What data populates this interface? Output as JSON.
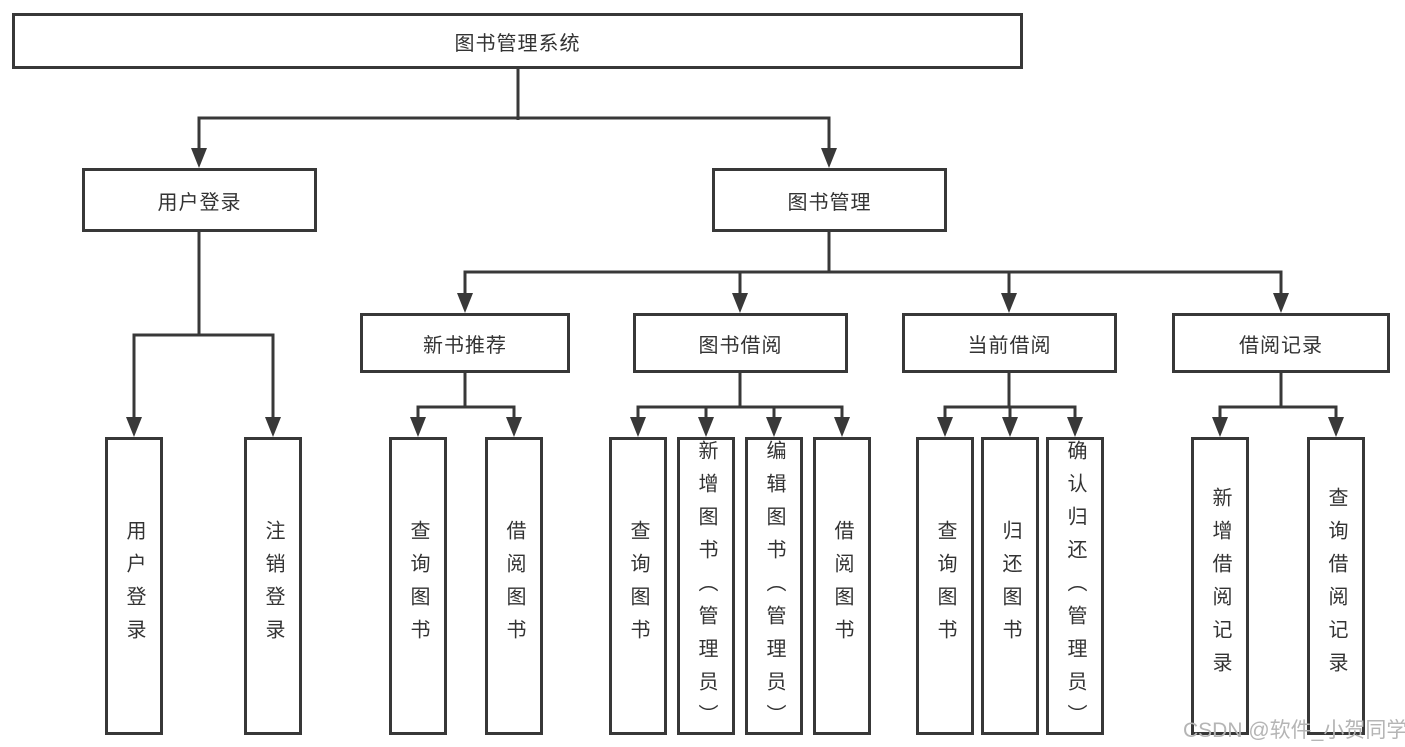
{
  "diagram": {
    "root": {
      "label": "图书管理系统"
    },
    "branches": [
      {
        "label": "用户登录",
        "leaves": [
          "用户登录",
          "注销登录"
        ]
      },
      {
        "label": "图书管理",
        "children": [
          {
            "label": "新书推荐",
            "leaves": [
              "查询图书",
              "借阅图书"
            ]
          },
          {
            "label": "图书借阅",
            "leaves": [
              "查询图书",
              "新增图书（管理员）",
              "编辑图书（管理员）",
              "借阅图书"
            ]
          },
          {
            "label": "当前借阅",
            "leaves": [
              "查询图书",
              "归还图书",
              "确认归还（管理员）"
            ]
          },
          {
            "label": "借阅记录",
            "leaves": [
              "新增借阅记录",
              "查询借阅记录"
            ]
          }
        ]
      }
    ]
  },
  "watermark": {
    "text": "CSDN @软件_小贺同学"
  },
  "colors": {
    "line": "#383838",
    "text": "#333333",
    "box_background": "#ffffff",
    "page_background": "#ffffff",
    "watermark": "#b5b5b5"
  }
}
